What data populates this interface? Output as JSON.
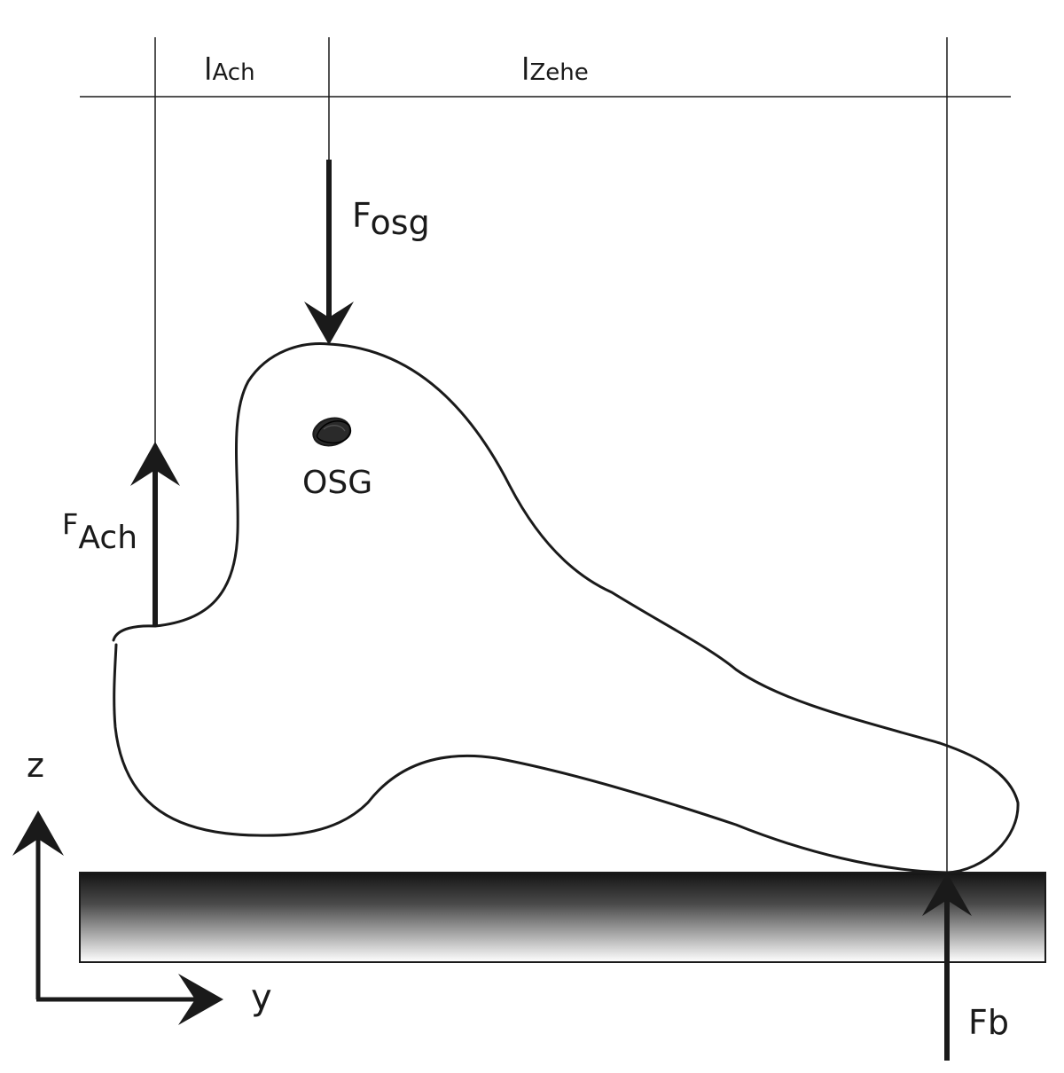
{
  "labels": {
    "l_ach_main": "l",
    "l_ach_sub": "Ach",
    "l_zehe_main": "l",
    "l_zehe_sub": "Zehe",
    "f_osg_main": "F",
    "f_osg_sub": "osg",
    "f_ach_main": "F",
    "f_ach_sub": "Ach",
    "osg": "OSG",
    "fb": "Fb",
    "axis_z": "z",
    "axis_y": "y"
  },
  "colors": {
    "ink": "#1a1a1a",
    "ground_top": "#1b1b1b",
    "ground_bottom": "#ffffff"
  }
}
